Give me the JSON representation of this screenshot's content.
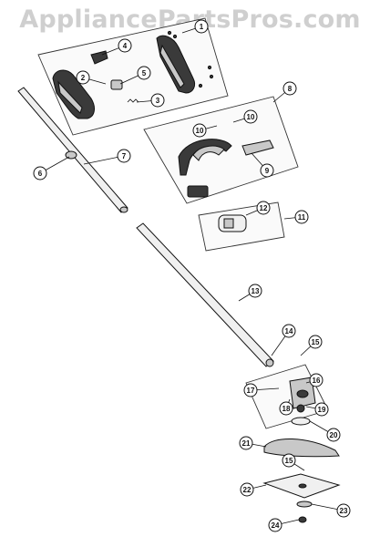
{
  "watermark": {
    "text": "AppliancePartsPros.com"
  },
  "callouts": [
    "1",
    "2",
    "3",
    "4",
    "5",
    "6",
    "7",
    "8",
    "9",
    "10",
    "10",
    "11",
    "12",
    "13",
    "14",
    "15",
    "15",
    "16",
    "17",
    "18",
    "19",
    "20",
    "21",
    "22",
    "23",
    "24"
  ]
}
